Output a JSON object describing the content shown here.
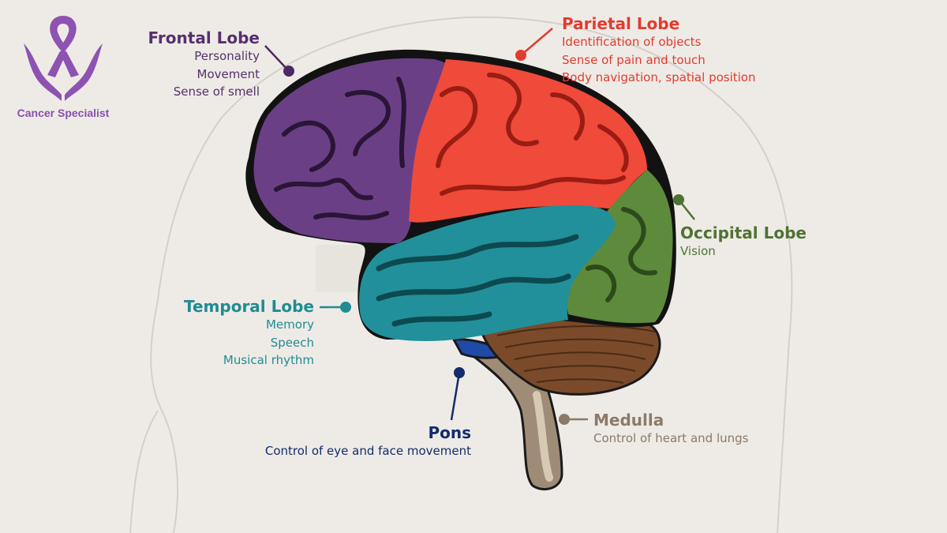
{
  "brand": {
    "name": "Cancer Specialist",
    "colors": {
      "primary": "#8e52b3",
      "light": "#b07ccc"
    }
  },
  "diagram": {
    "labels": {
      "frontal": {
        "title": "Frontal Lobe",
        "functions": [
          "Personality",
          "Movement",
          "Sense of smell"
        ],
        "color": "#5a3572"
      },
      "parietal": {
        "title": "Parietal Lobe",
        "functions": [
          "Identification of objects",
          "Sense of pain and touch",
          "Body navigation, spatial position"
        ],
        "color": "#e23b2e"
      },
      "occipital": {
        "title": "Occipital Lobe",
        "functions": [
          "Vision"
        ],
        "color": "#4f7233"
      },
      "temporal": {
        "title": "Temporal Lobe",
        "functions": [
          "Memory",
          "Speech",
          "Musical rhythm"
        ],
        "color": "#1f8c92"
      },
      "pons": {
        "title": "Pons",
        "functions": [
          "Control of eye and face movement"
        ],
        "color": "#132c6b"
      },
      "medulla": {
        "title": "Medulla",
        "functions": [
          "Control of heart and lungs"
        ],
        "color": "#8a7a68"
      }
    },
    "region_colors": {
      "frontal": "#6b3f85",
      "parietal": "#ef4a3a",
      "temporal": "#22909a",
      "occipital": "#5e8a3c",
      "cerebellum": "#7a4a2a",
      "pons": "#1f4aa8",
      "brainstem": "#9f8c76"
    }
  }
}
